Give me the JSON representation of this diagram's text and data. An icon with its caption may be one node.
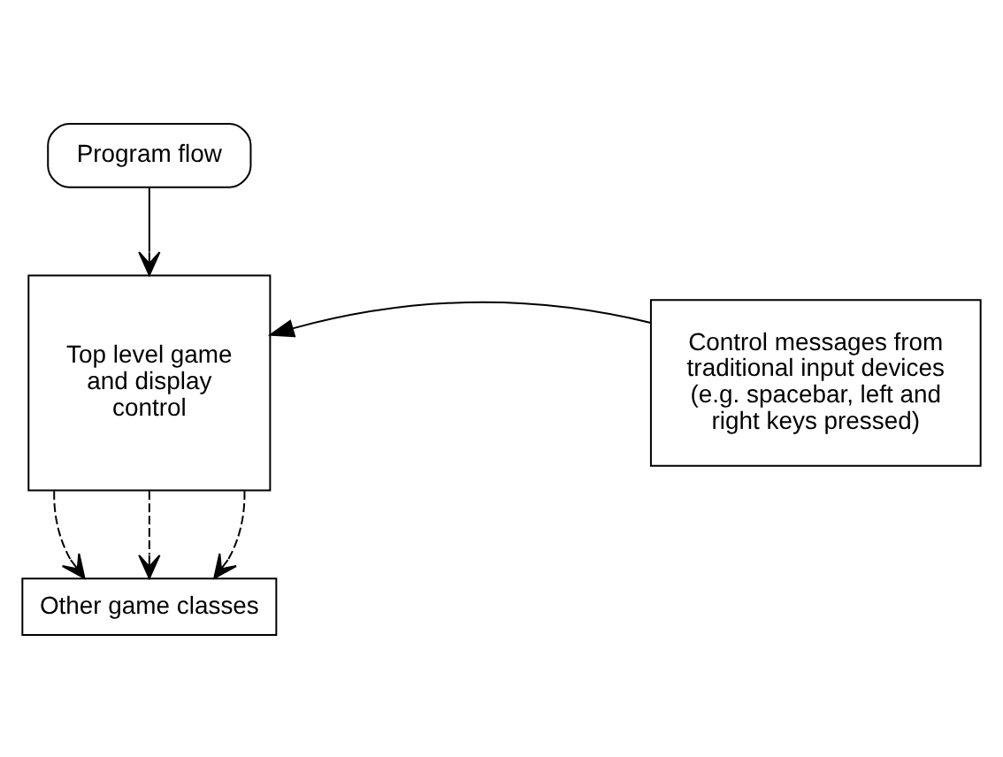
{
  "diagram": {
    "nodes": [
      {
        "text": [
          "Program flow"
        ]
      },
      {
        "text": [
          "Top level game and display control"
        ]
      },
      {
        "text": [
          "Control messages from traditional input devices (e.g. spacebar, left and right keys pressed)"
        ]
      },
      {
        "text": [
          "Other game classes"
        ]
      }
    ],
    "edges": [
      {
        "from": 0,
        "to": 1,
        "arrow": "to"
      },
      {
        "from": 2,
        "to": 1,
        "arrow": "to"
      },
      {
        "from": 1,
        "to": 3,
        "arrow": "to",
        "style": "dashed"
      },
      {
        "from": 1,
        "to": 3,
        "arrow": "to",
        "style": "dashed"
      },
      {
        "from": 1,
        "to": 3,
        "arrow": "to",
        "style": "dashed"
      }
    ]
  }
}
